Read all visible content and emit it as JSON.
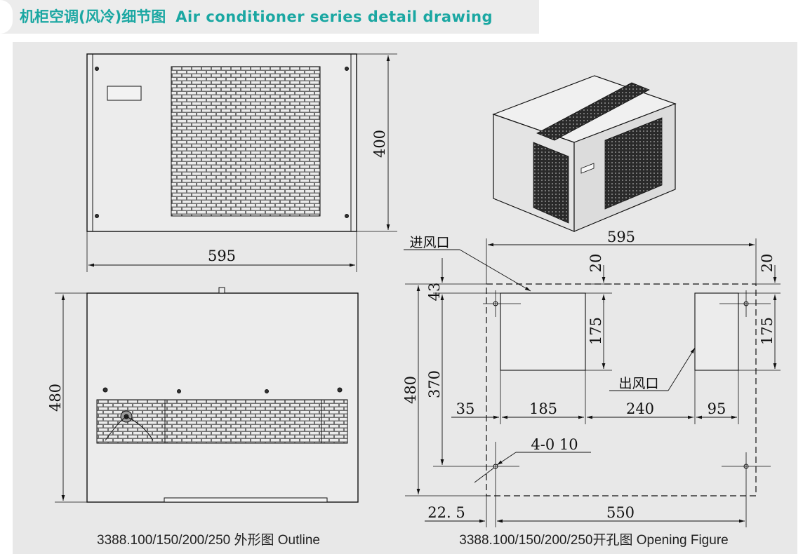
{
  "title": {
    "cn": "机柜空调(风冷)细节图",
    "en": "Air conditioner series detail drawing"
  },
  "outline_front": {
    "width": "595",
    "height": "400"
  },
  "outline_side": {
    "height": "480"
  },
  "opening": {
    "top_width": "595",
    "dims": {
      "d20_left": "20",
      "d20_right": "20",
      "d43": "43",
      "d175_left": "175",
      "d175_right": "175",
      "d370": "370",
      "d480": "480",
      "d35": "35",
      "d185": "185",
      "d240": "240",
      "d95": "95",
      "holes": "4-0 10",
      "d22_5": "22. 5",
      "d550": "550"
    },
    "inlet_label": "进风口",
    "outlet_label": "出风口"
  },
  "captions": {
    "outline": "3388.100/150/200/250 外形图 Outline",
    "opening": "3388.100/150/200/250开孔图 Opening Figure"
  },
  "colors": {
    "accent": "#1aa7a2",
    "panel": "#e8e8e8",
    "line": "#111111"
  }
}
